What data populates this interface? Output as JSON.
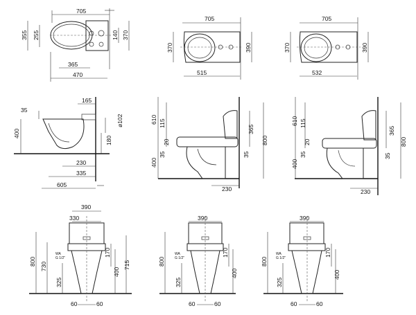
{
  "views": {
    "plan_1": {
      "d705": "705",
      "d355": "355",
      "d255": "255",
      "d140": "140",
      "d370": "370",
      "d365": "365",
      "d470": "470"
    },
    "plan_2": {
      "d705": "705",
      "d370a": "370",
      "d390": "390",
      "d515": "515"
    },
    "plan_3": {
      "d705": "705",
      "d370a": "370",
      "d390": "390",
      "d532": "532"
    },
    "side_1": {
      "d35": "35",
      "d165": "165",
      "d400": "400",
      "d102": "ø102",
      "d180": "180",
      "d230": "230",
      "d335": "335",
      "d605": "605"
    },
    "side_2": {
      "d610": "610",
      "d115": "115",
      "d20": "20",
      "d35a": "35",
      "d400": "400",
      "d365": "365",
      "d800": "800",
      "d35b": "35",
      "d230": "230"
    },
    "side_3": {
      "d610": "610",
      "d115": "115",
      "d20": "20",
      "d35a": "35",
      "d400": "400",
      "d365": "365",
      "d800": "800",
      "d35b": "35",
      "d230": "230"
    },
    "front_1": {
      "d390": "390",
      "d330": "330",
      "d800": "800",
      "d730": "730",
      "d170": "170",
      "d715": "715",
      "d325": "325",
      "d400": "400",
      "d60a": "60",
      "d60b": "60",
      "wa": "WA",
      "wa2": "G 1/2\""
    },
    "front_2": {
      "d390": "390",
      "d800": "800",
      "d170": "170",
      "d325": "325",
      "d400": "400",
      "d60a": "60",
      "d60b": "60",
      "wa": "WA",
      "wa2": "G 1/2\""
    },
    "front_3": {
      "d390": "390",
      "d800": "800",
      "d170": "170",
      "d325": "325",
      "d400": "400",
      "d60a": "60",
      "d60b": "60",
      "wa": "WA",
      "wa2": "G 1/2\""
    }
  }
}
